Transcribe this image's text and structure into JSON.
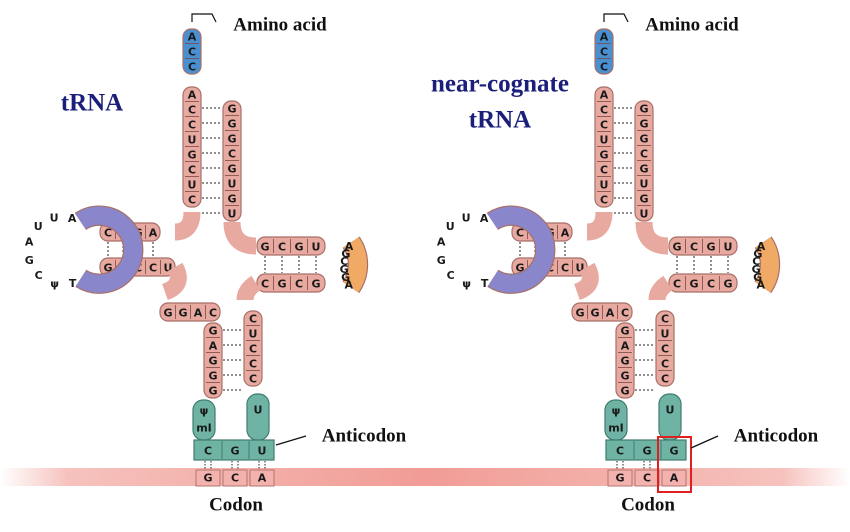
{
  "colors": {
    "stem": "#e8a9a0",
    "stem_edge": "#a86f68",
    "acceptor": "#4a90d0",
    "d_loop": "#8a86cc",
    "t_loop": "#f0aa66",
    "anticodon": "#6fb3a4",
    "mrna": "#f4b0ac",
    "highlight": "#e02020",
    "title": "#1b1f7a"
  },
  "panels": [
    {
      "title_lines": [
        "tRNA"
      ],
      "amino_label": "Amino acid",
      "anticodon_label": "Anticodon",
      "codon_label": "Codon",
      "acceptor_seq": [
        "A",
        "C",
        "C"
      ],
      "acceptor_stem_5": [
        "A",
        "C",
        "C",
        "U",
        "G",
        "C",
        "U",
        "C"
      ],
      "acceptor_stem_3": [
        "G",
        "G",
        "G",
        "C",
        "G",
        "U",
        "G",
        "U"
      ],
      "d_stem_top": [
        "C",
        "G",
        "G",
        "A"
      ],
      "d_stem_bottom": [
        "G",
        "G",
        "C",
        "C",
        "U"
      ],
      "d_loop": [
        "A",
        "U",
        "U",
        "A",
        "G",
        "C",
        "ψ",
        "T"
      ],
      "t_stem_top": [
        "G",
        "C",
        "G",
        "U"
      ],
      "t_stem_bottom": [
        "C",
        "G",
        "C",
        "G"
      ],
      "t_loop": [
        "A",
        "G",
        "C",
        "G",
        "G",
        "A"
      ],
      "linker": [
        "G",
        "G",
        "A",
        "C"
      ],
      "ac_stem_5": [
        "G",
        "A",
        "G",
        "G",
        "G"
      ],
      "ac_stem_3": [
        "C",
        "U",
        "C",
        "C",
        "C"
      ],
      "ac_loop": [
        "ψ",
        "mI",
        "U"
      ],
      "anticodon": [
        "C",
        "G",
        "U"
      ],
      "codon": [
        "G",
        "C",
        "A"
      ],
      "highlight": false
    },
    {
      "title_lines": [
        "near-cognate",
        "tRNA"
      ],
      "amino_label": "Amino acid",
      "anticodon_label": "Anticodon",
      "codon_label": "Codon",
      "acceptor_seq": [
        "A",
        "C",
        "C"
      ],
      "acceptor_stem_5": [
        "A",
        "C",
        "C",
        "U",
        "G",
        "C",
        "U",
        "C"
      ],
      "acceptor_stem_3": [
        "G",
        "G",
        "G",
        "C",
        "G",
        "U",
        "G",
        "U"
      ],
      "d_stem_top": [
        "C",
        "G",
        "G",
        "A"
      ],
      "d_stem_bottom": [
        "G",
        "G",
        "C",
        "C",
        "U"
      ],
      "d_loop": [
        "A",
        "U",
        "U",
        "A",
        "G",
        "C",
        "ψ",
        "T"
      ],
      "t_stem_top": [
        "G",
        "C",
        "G",
        "U"
      ],
      "t_stem_bottom": [
        "C",
        "G",
        "C",
        "G"
      ],
      "t_loop": [
        "A",
        "G",
        "C",
        "G",
        "G",
        "A"
      ],
      "linker": [
        "G",
        "G",
        "A",
        "C"
      ],
      "ac_stem_5": [
        "G",
        "A",
        "G",
        "G",
        "G"
      ],
      "ac_stem_3": [
        "C",
        "U",
        "C",
        "C",
        "C"
      ],
      "ac_loop": [
        "ψ",
        "mI",
        "U"
      ],
      "anticodon": [
        "C",
        "G",
        "G"
      ],
      "codon": [
        "G",
        "C",
        "A"
      ],
      "highlight": true
    }
  ]
}
